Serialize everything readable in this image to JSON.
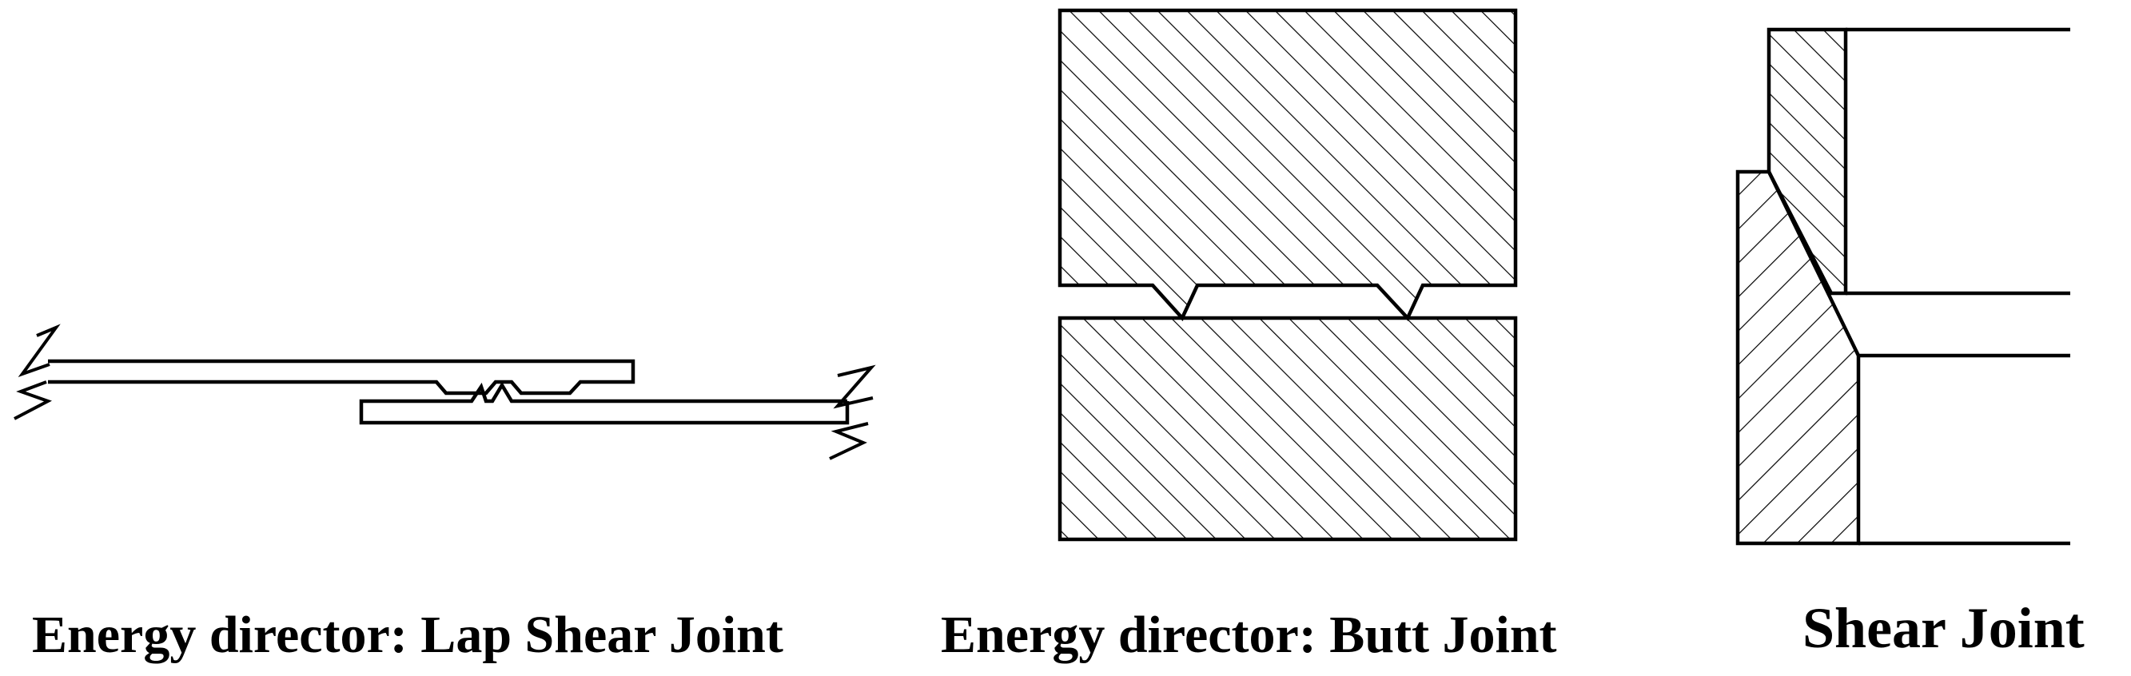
{
  "captions": {
    "lap_shear": "Energy director: Lap Shear Joint",
    "butt": "Energy director: Butt Joint",
    "shear": "Shear Joint"
  },
  "colors": {
    "line": "#000000",
    "background": "#ffffff"
  }
}
